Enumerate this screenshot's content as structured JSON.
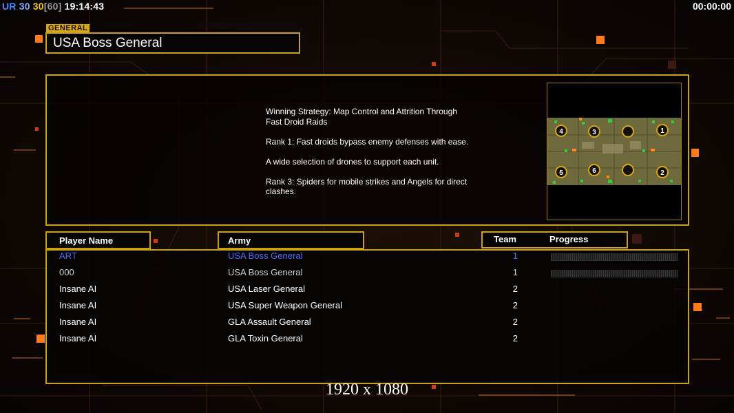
{
  "hud": {
    "ur_label": "UR",
    "ping": "30",
    "fps": "30",
    "fps_cap": "[60]",
    "clock": "19:14:43",
    "game_timer": "00:00:00"
  },
  "general": {
    "tag": "GENERAL",
    "name": "USA Boss General"
  },
  "strategy": {
    "lines": [
      "Winning Strategy: Map Control and Attrition Through\n Fast Droid Raids",
      "Rank 1: Fast droids bypass enemy defenses with ease.",
      "A wide selection of drones to support each unit.",
      "Rank 3: Spiders for mobile strikes and Angels for direct\n clashes."
    ]
  },
  "map": {
    "slots": [
      "4",
      "3",
      "1",
      "5",
      "6",
      "2"
    ]
  },
  "headers": {
    "player": "Player Name",
    "army": "Army",
    "team": "Team",
    "progress": "Progress"
  },
  "players": [
    {
      "name": "ART",
      "army": "USA Boss General",
      "team": "1",
      "color": "#4d6bff",
      "progress": 0
    },
    {
      "name": "000",
      "army": "USA Boss General",
      "team": "1",
      "color": "#d0d0d0",
      "progress": 0
    },
    {
      "name": "Insane AI",
      "army": "USA Laser General",
      "team": "2",
      "color": "#ffffff"
    },
    {
      "name": "Insane AI",
      "army": "USA Super Weapon General",
      "team": "2",
      "color": "#ffffff"
    },
    {
      "name": "Insane AI",
      "army": "GLA Assault General",
      "team": "2",
      "color": "#ffffff"
    },
    {
      "name": "Insane AI",
      "army": "GLA Toxin General",
      "team": "2",
      "color": "#ffffff"
    }
  ],
  "resolution_text": "1920 x 1080",
  "colors": {
    "frame": "#c9a21a",
    "accent_orange": "#ff7a1a",
    "local_player": "#4d6bff"
  }
}
